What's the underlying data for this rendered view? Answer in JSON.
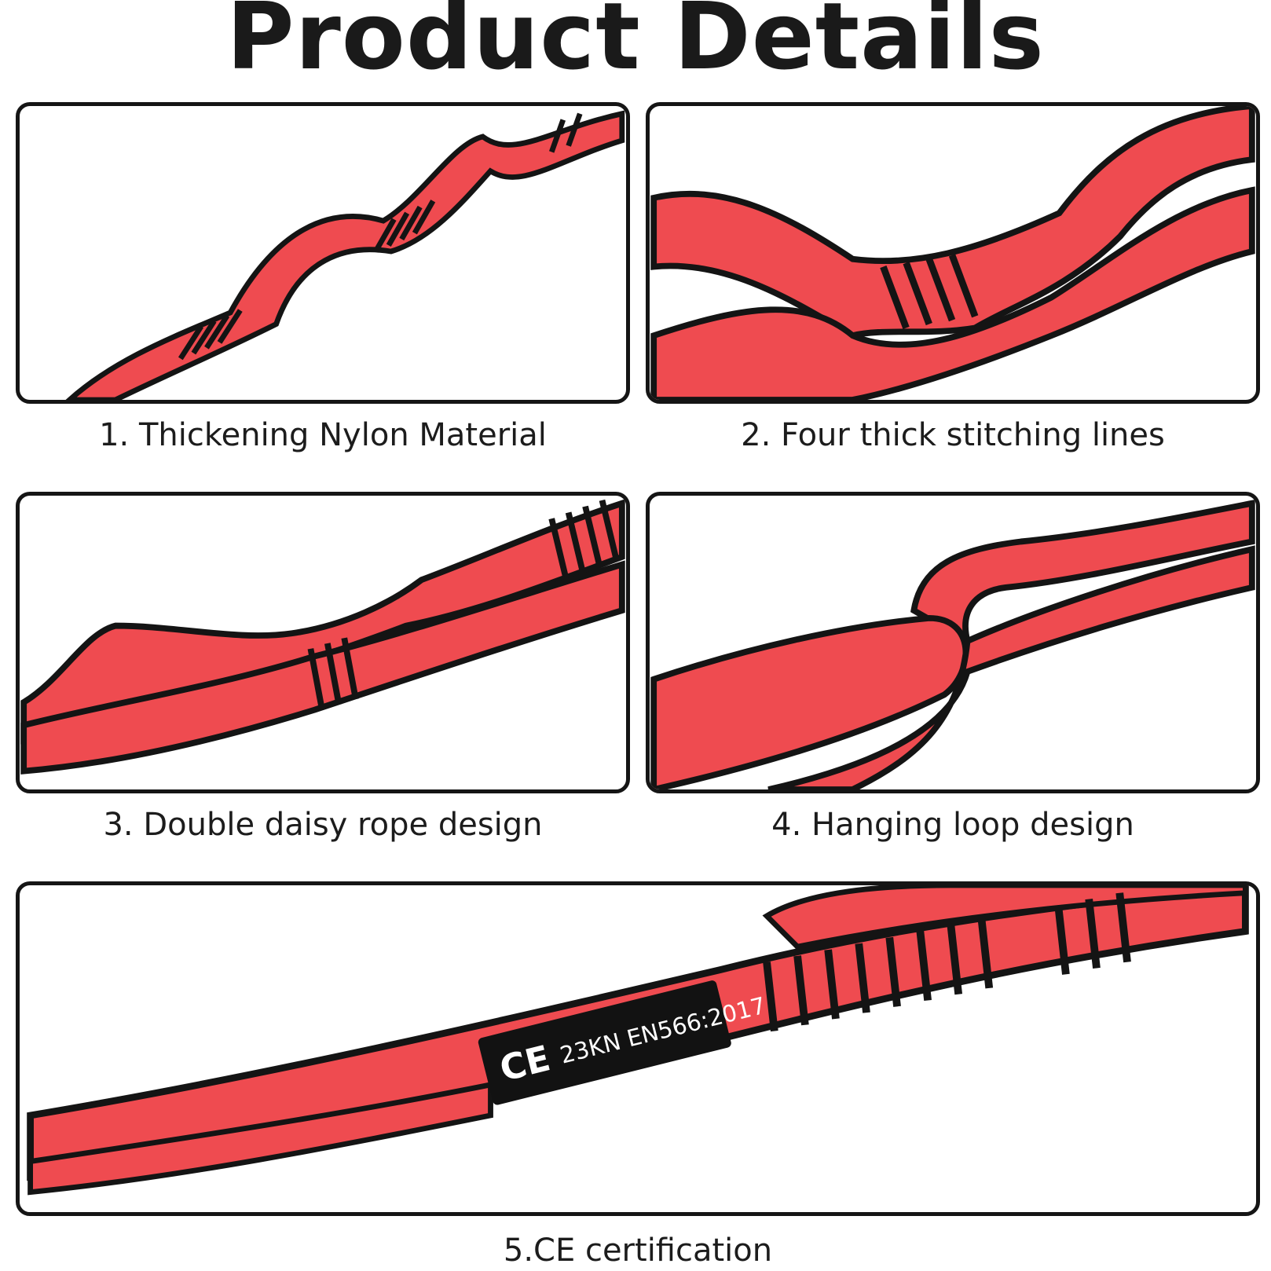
{
  "title": "Product Details",
  "colors": {
    "strap_red": "#ef4b50",
    "strap_edge": "#141414",
    "background": "#ffffff"
  },
  "panels": [
    {
      "caption": "1. Thickening Nylon Material"
    },
    {
      "caption": "2. Four thick stitching lines"
    },
    {
      "caption": "3. Double daisy rope design"
    },
    {
      "caption": "4. Hanging loop design"
    },
    {
      "caption": "5.CE certification"
    }
  ],
  "ce_label": {
    "mark": "CE",
    "text": "23KN EN566:2017"
  }
}
